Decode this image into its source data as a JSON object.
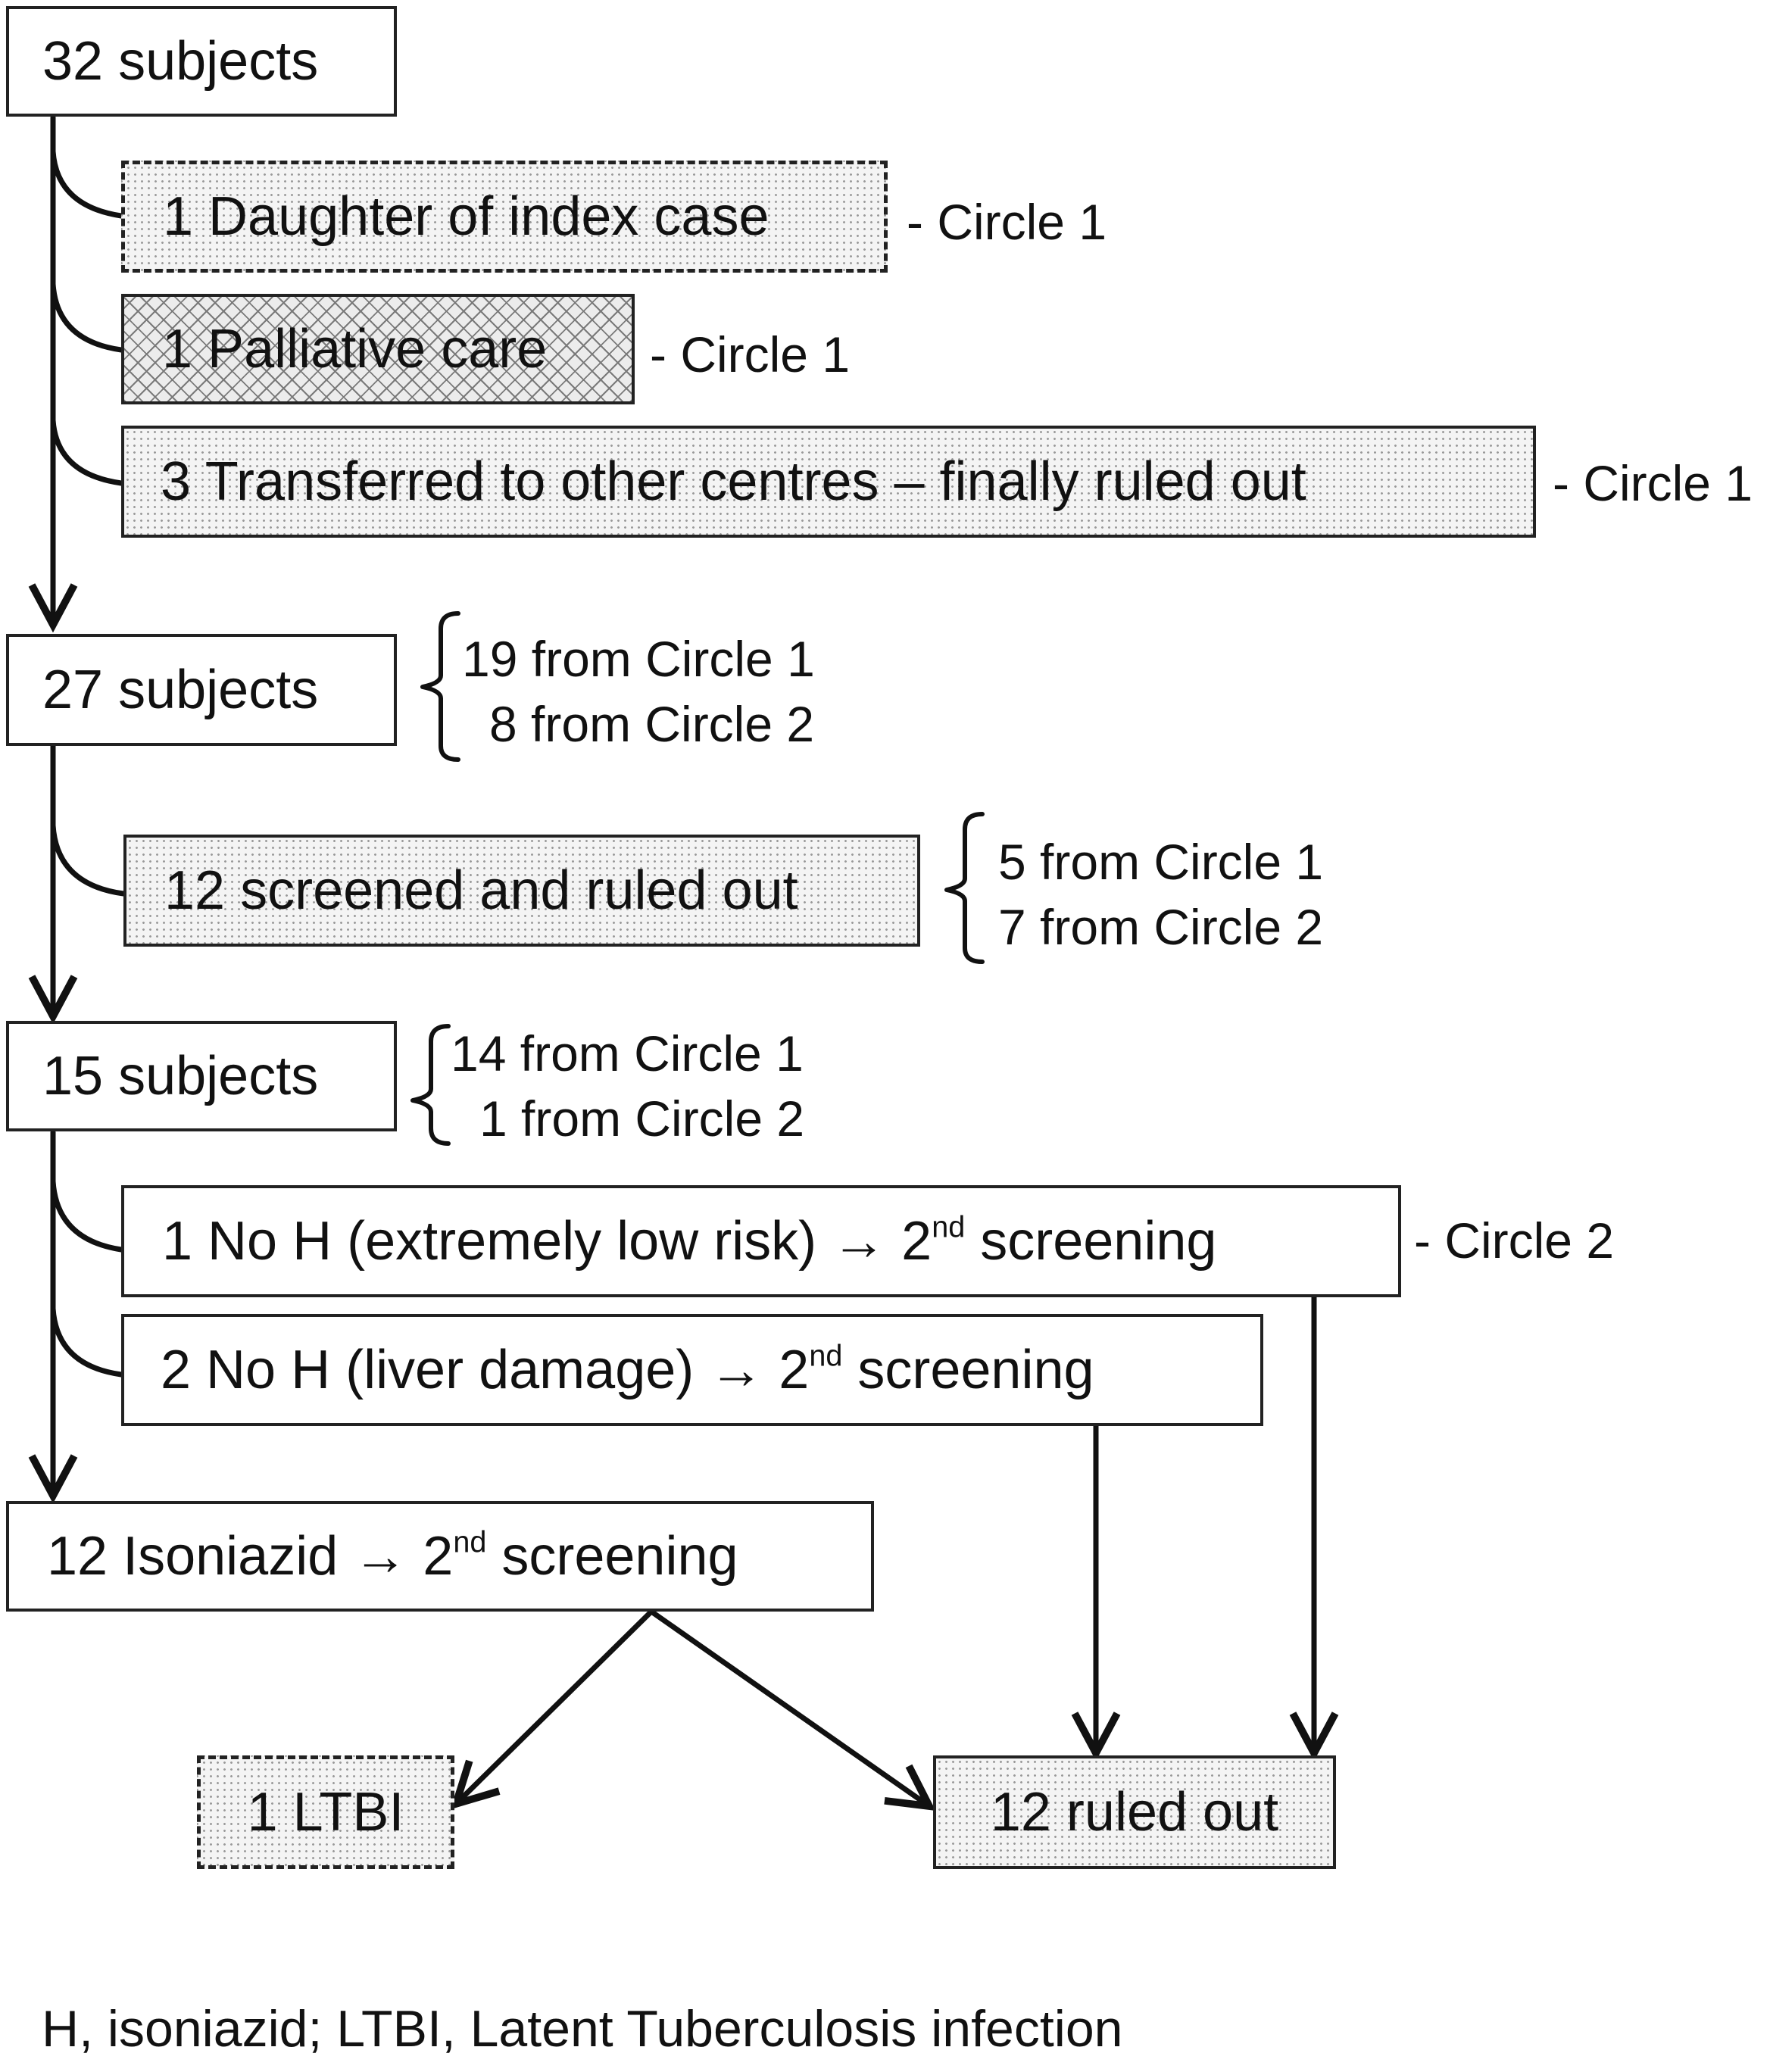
{
  "boxes": {
    "subjects_32": "32 subjects",
    "daughter": "1 Daughter of index case",
    "palliative": "1 Palliative care",
    "transferred": "3 Transferred to other centres – finally ruled out",
    "subjects_27": "27 subjects",
    "screened": "12 screened and ruled out",
    "subjects_15": "15 subjects",
    "noh_low_pre": "1 No H (extremely low risk) → 2",
    "noh_liver_pre": "2 No H (liver damage) → 2",
    "isoniazid_pre": "12 Isoniazid → 2",
    "ordinal_sup": "nd",
    "screening_word": " screening",
    "ltbi": "1 LTBI",
    "ruled_out": "12 ruled out"
  },
  "notes": {
    "daughter": "- Circle 1",
    "palliative": "- Circle 1",
    "transferred": "- Circle 1",
    "noh_low": "- Circle 2"
  },
  "breakdowns": {
    "subjects_27": [
      "19 from Circle 1",
      "8 from Circle 2"
    ],
    "screened": [
      "5 from Circle 1",
      "7 from Circle 2"
    ],
    "subjects_15": [
      "14 from Circle 1",
      "1 from Circle 2"
    ]
  },
  "footnote": "H, isoniazid; LTBI, Latent Tuberculosis infection"
}
